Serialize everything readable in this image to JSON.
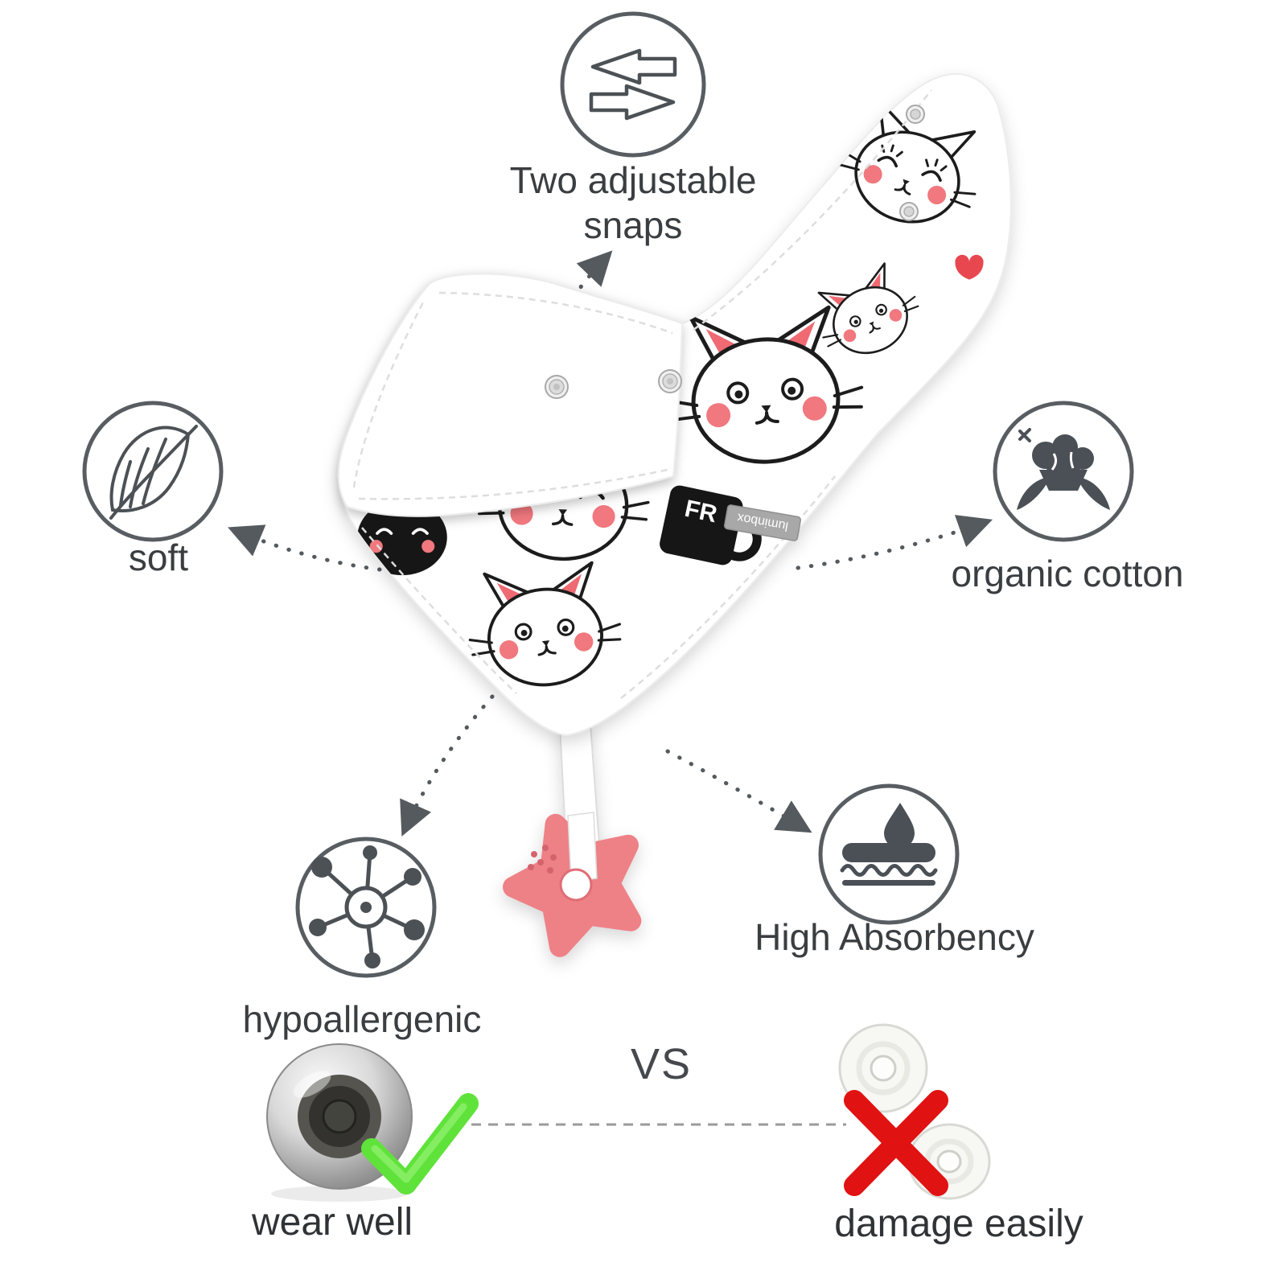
{
  "features": {
    "snaps": {
      "label": "Two adjustable snaps",
      "icon": "swap-arrows-icon"
    },
    "soft": {
      "label": "soft",
      "icon": "feather-icon"
    },
    "cotton": {
      "label": "organic cotton",
      "icon": "cotton-flower-icon"
    },
    "hypoallergenic": {
      "label": "hypoallergenic",
      "icon": "molecule-icon"
    },
    "absorbency": {
      "label": "High Absorbency",
      "icon": "absorbent-layers-icon"
    }
  },
  "comparison": {
    "vs": "VS",
    "good_label": "wear well",
    "bad_label": "damage easily",
    "good_mark": "green-check",
    "bad_mark": "red-cross"
  },
  "product": {
    "tag_text": "luminbox",
    "mug_text": "FR"
  },
  "colors": {
    "icon_stroke": "#565b60",
    "label_text": "#3a3e41",
    "teether_pink": "#ee8186",
    "cheek_pink": "#f0787e",
    "check_green": "#5fe23a",
    "cross_red": "#e01212",
    "connector_gray": "#555a5e"
  }
}
